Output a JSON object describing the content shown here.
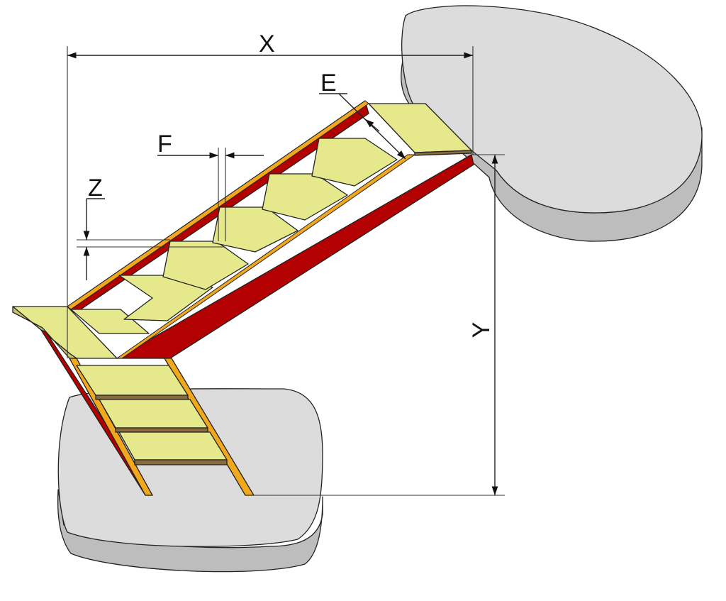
{
  "labels": {
    "x": "X",
    "y": "Y",
    "e": "E",
    "f": "F",
    "z": "Z"
  },
  "colors": {
    "stringer_red": "#b30000",
    "stringer_red_dark": "#8c0000",
    "stringer_edge_orange": "#f2a81d",
    "tread_top": "#e6e88c",
    "tread_edge": "#8a6a3a",
    "floor_top": "#dcdcdc",
    "floor_side": "#bdbdbd",
    "background": "#ffffff"
  }
}
